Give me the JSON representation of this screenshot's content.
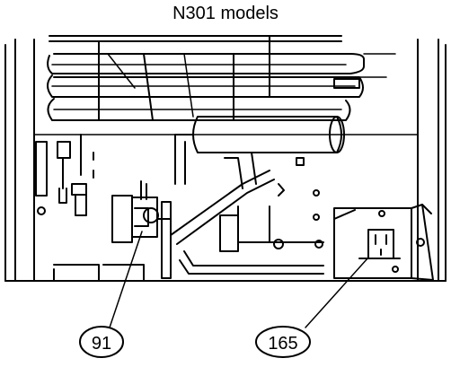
{
  "diagram": {
    "title": "N301 models",
    "callouts": [
      {
        "label": "91"
      },
      {
        "label": "165"
      }
    ]
  }
}
